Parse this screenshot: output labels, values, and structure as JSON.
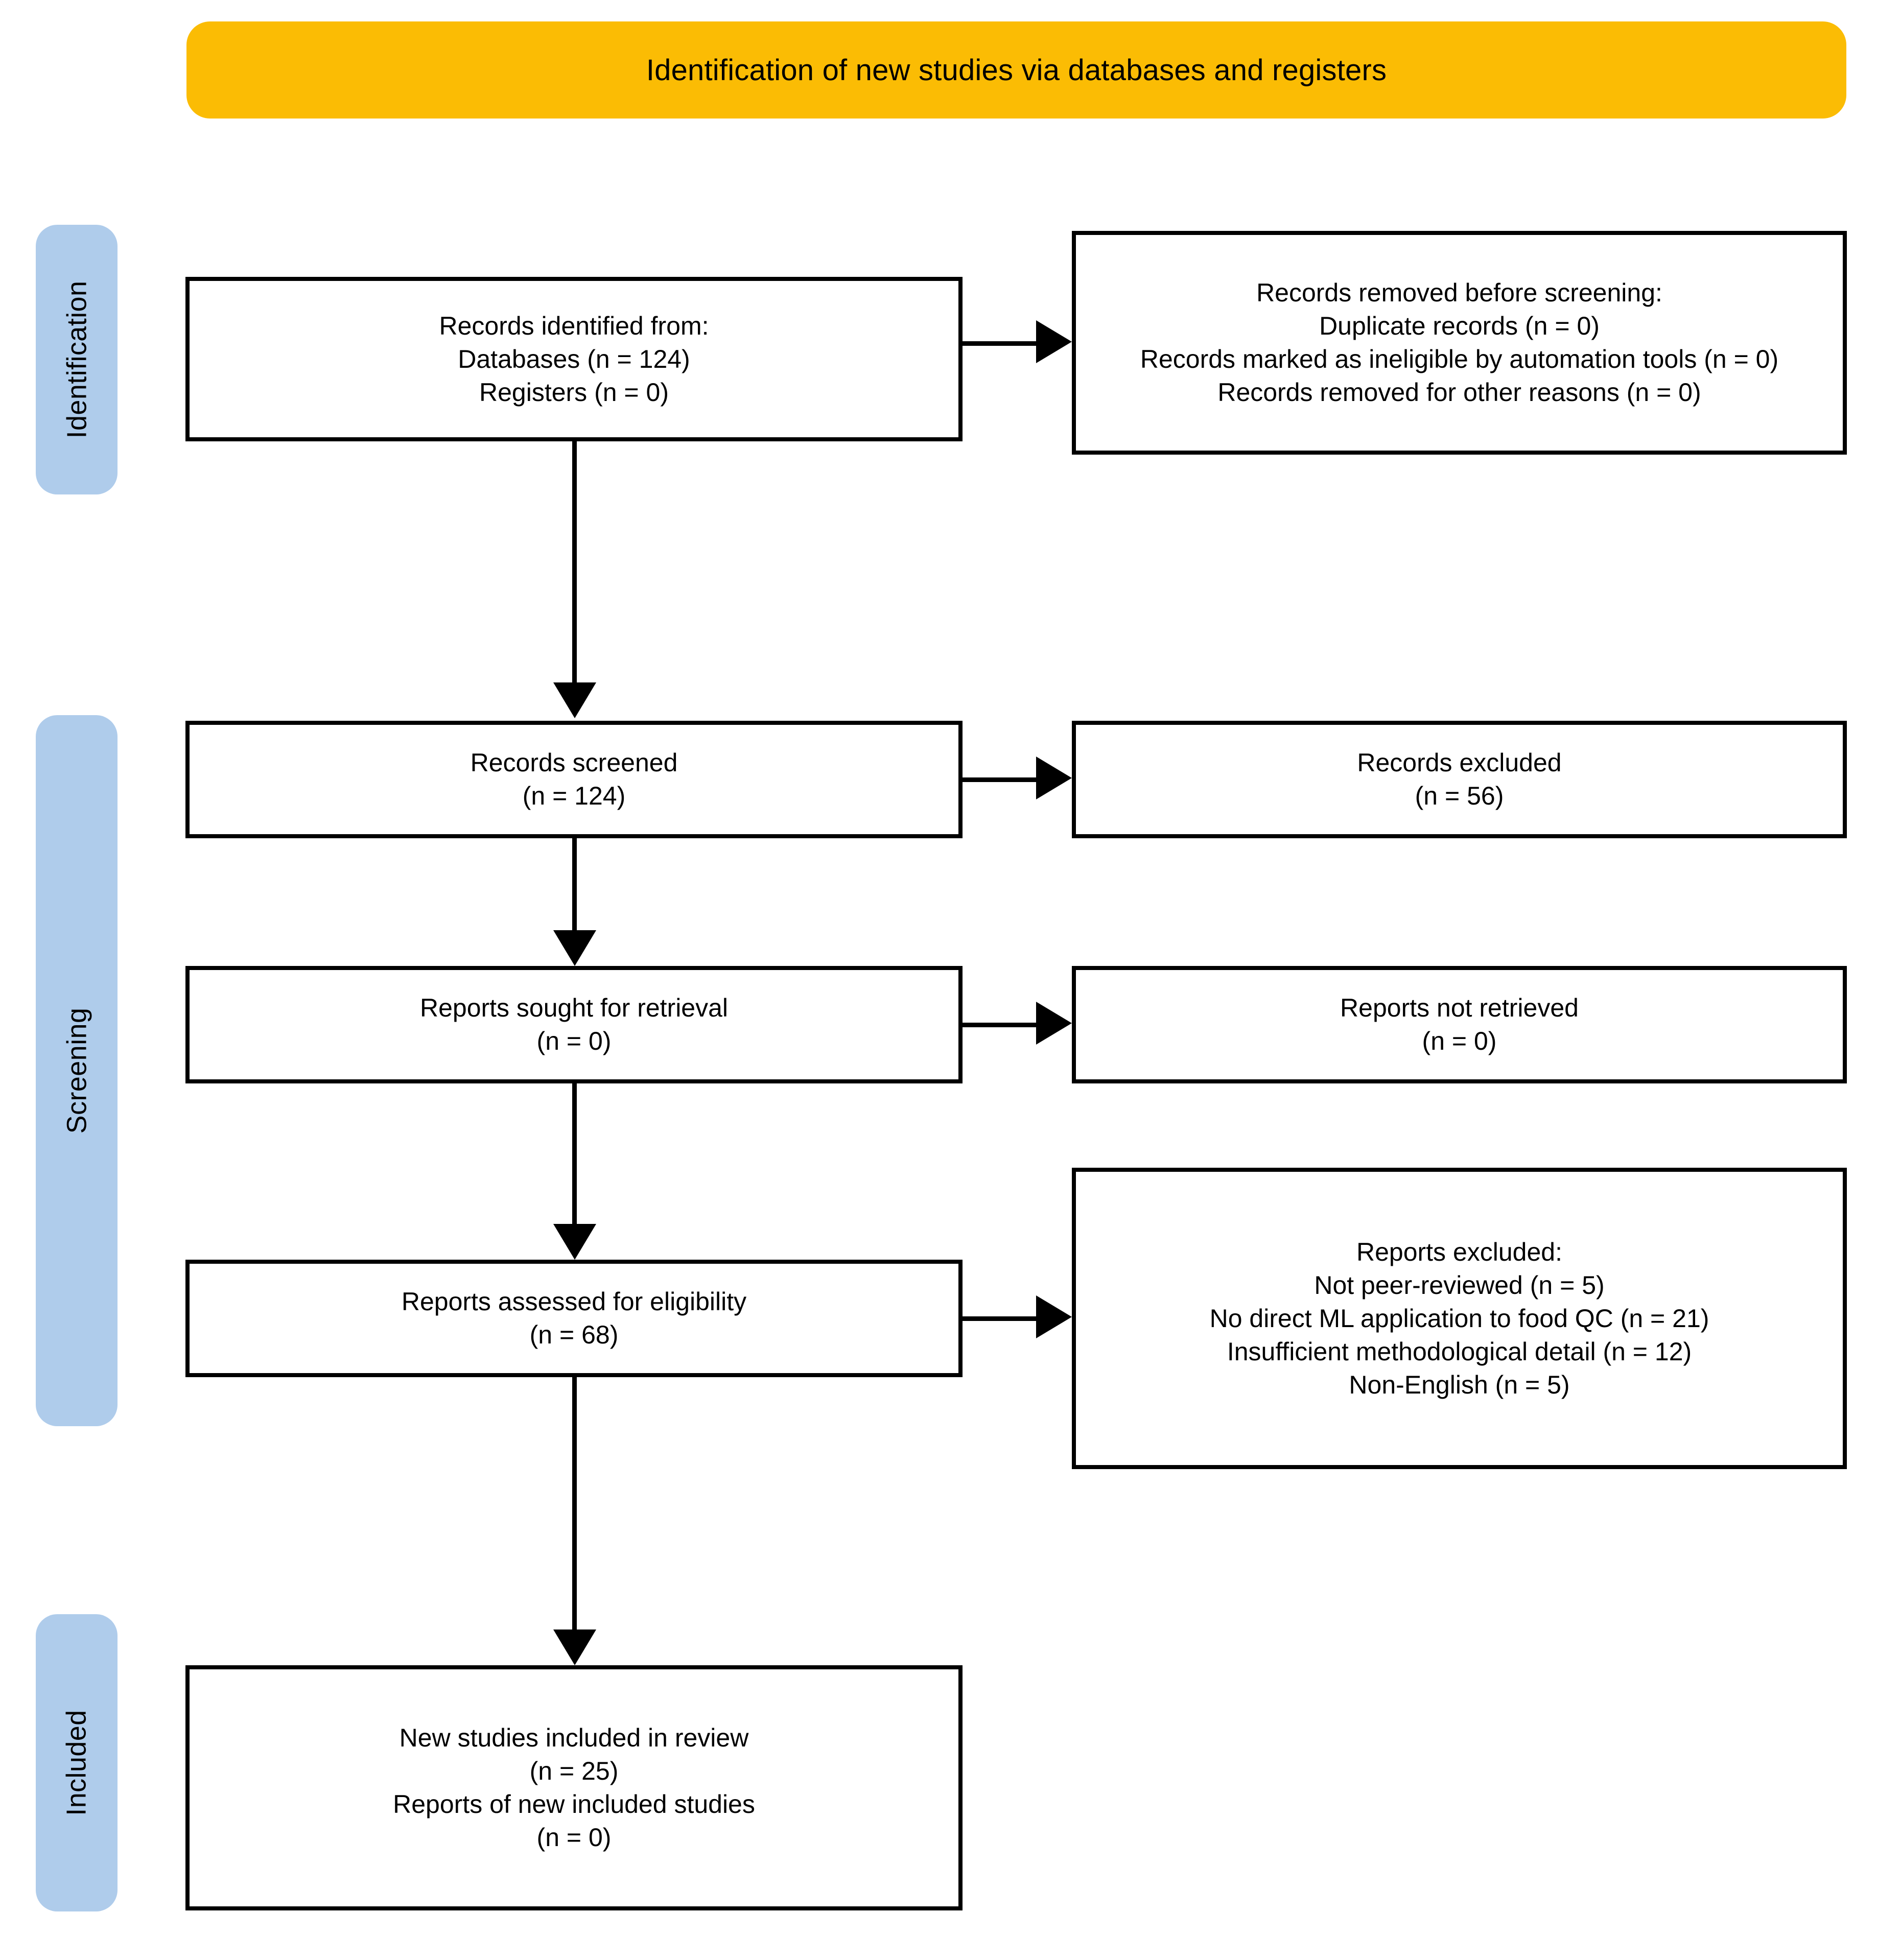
{
  "colors": {
    "banner_bg": "#FBBC04",
    "stage_bg": "#AFCCEB",
    "box_border": "#000000",
    "text": "#000000",
    "page_bg": "#FFFFFF"
  },
  "banner": {
    "title": "Identification of new studies via databases and registers"
  },
  "stages": {
    "identification": "Identification",
    "screening": "Screening",
    "included": "Included"
  },
  "boxes": {
    "identified": {
      "line1": "Records identified from:",
      "line2": "Databases (n = 124)",
      "line3": "Registers (n = 0)"
    },
    "removed": {
      "line1": "Records removed before screening:",
      "line2": "Duplicate records (n = 0)",
      "line3": "Records marked as ineligible by automation tools (n = 0)",
      "line4": "Records removed for other reasons (n = 0)"
    },
    "screened": {
      "line1": "Records screened",
      "line2": "(n = 124)"
    },
    "excluded": {
      "line1": "Records excluded",
      "line2": "(n = 56)"
    },
    "sought": {
      "line1": "Reports sought for retrieval",
      "line2": "(n = 0)"
    },
    "not_retrieved": {
      "line1": "Reports not retrieved",
      "line2": "(n = 0)"
    },
    "assessed": {
      "line1": "Reports assessed for eligibility",
      "line2": "(n = 68)"
    },
    "reports_excluded": {
      "line1": "Reports excluded:",
      "line2": "Not peer-reviewed (n = 5)",
      "line3": "No direct ML application to food QC (n = 21)",
      "line4": "Insufficient methodological detail (n = 12)",
      "line5": "Non-English (n = 5)"
    },
    "included": {
      "line1": "New studies included in review",
      "line2": "(n = 25)",
      "line3": "Reports of new included studies",
      "line4": "(n = 0)"
    }
  },
  "chart_data": {
    "type": "diagram",
    "title": "Identification of new studies via databases and registers",
    "nodes": [
      {
        "id": "identified",
        "stage": "Identification",
        "label": "Records identified from: Databases (n = 124); Registers (n = 0)",
        "databases": 124,
        "registers": 0
      },
      {
        "id": "removed",
        "stage": "Identification",
        "label": "Records removed before screening",
        "duplicate_records": 0,
        "ineligible_by_automation_tools": 0,
        "removed_other_reasons": 0
      },
      {
        "id": "screened",
        "stage": "Screening",
        "label": "Records screened",
        "n": 124
      },
      {
        "id": "excluded",
        "stage": "Screening",
        "label": "Records excluded",
        "n": 56
      },
      {
        "id": "sought",
        "stage": "Screening",
        "label": "Reports sought for retrieval",
        "n": 0
      },
      {
        "id": "not_retrieved",
        "stage": "Screening",
        "label": "Reports not retrieved",
        "n": 0
      },
      {
        "id": "assessed",
        "stage": "Screening",
        "label": "Reports assessed for eligibility",
        "n": 68
      },
      {
        "id": "reports_excluded",
        "stage": "Screening",
        "label": "Reports excluded",
        "not_peer_reviewed": 5,
        "no_direct_ml_application_to_food_qc": 21,
        "insufficient_methodological_detail": 12,
        "non_english": 5
      },
      {
        "id": "included",
        "stage": "Included",
        "label": "New studies included in review",
        "new_studies": 25,
        "reports_of_new_included_studies": 0
      }
    ],
    "edges": [
      {
        "from": "identified",
        "to": "removed",
        "direction": "right"
      },
      {
        "from": "identified",
        "to": "screened",
        "direction": "down"
      },
      {
        "from": "screened",
        "to": "excluded",
        "direction": "right"
      },
      {
        "from": "screened",
        "to": "sought",
        "direction": "down"
      },
      {
        "from": "sought",
        "to": "not_retrieved",
        "direction": "right"
      },
      {
        "from": "sought",
        "to": "assessed",
        "direction": "down"
      },
      {
        "from": "assessed",
        "to": "reports_excluded",
        "direction": "right"
      },
      {
        "from": "assessed",
        "to": "included",
        "direction": "down"
      }
    ]
  }
}
